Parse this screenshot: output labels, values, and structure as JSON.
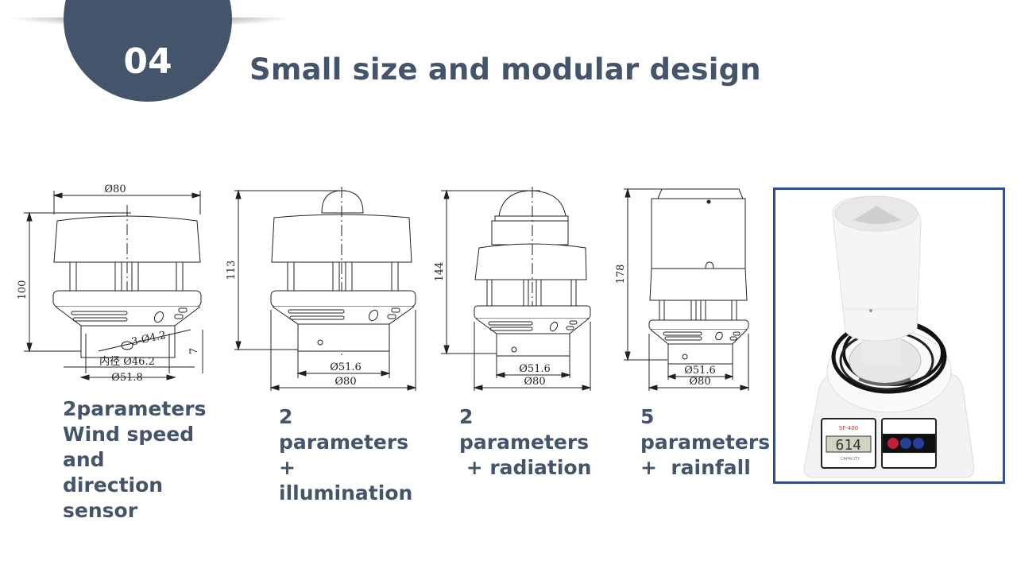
{
  "slide": {
    "section_number": "04",
    "title": "Small size and modular design",
    "accent_color": "#44546a",
    "frame_color": "#2f4f8f"
  },
  "drawings": [
    {
      "name": "wind-sensor-drawing",
      "dimensions": {
        "top_width": "Ø80",
        "height": "100",
        "hole": "3-Ø4.2",
        "hole_offset": "7",
        "inner_diameter": "内径 Ø46.2",
        "base_diameter": "Ø51.8"
      }
    },
    {
      "name": "illumination-sensor-drawing",
      "dimensions": {
        "height": "113",
        "base_diameter": "Ø51.6",
        "width": "Ø80"
      }
    },
    {
      "name": "radiation-sensor-drawing",
      "dimensions": {
        "height": "144",
        "base_diameter": "Ø51.6",
        "width": "Ø80"
      }
    },
    {
      "name": "rainfall-sensor-drawing",
      "dimensions": {
        "height": "178",
        "base_diameter": "Ø51.6",
        "width": "Ø80"
      }
    }
  ],
  "captions": [
    "2parameters\nWind speed\nand\ndirection\nsensor",
    "2\nparameters\n+\nillumination",
    "2\nparameters\n + radiation",
    "5\nparameters\n+  rainfall"
  ],
  "photo": {
    "scale_model": "SF-400",
    "scale_reading": "614",
    "scale_capacity": "CAPACITY"
  }
}
